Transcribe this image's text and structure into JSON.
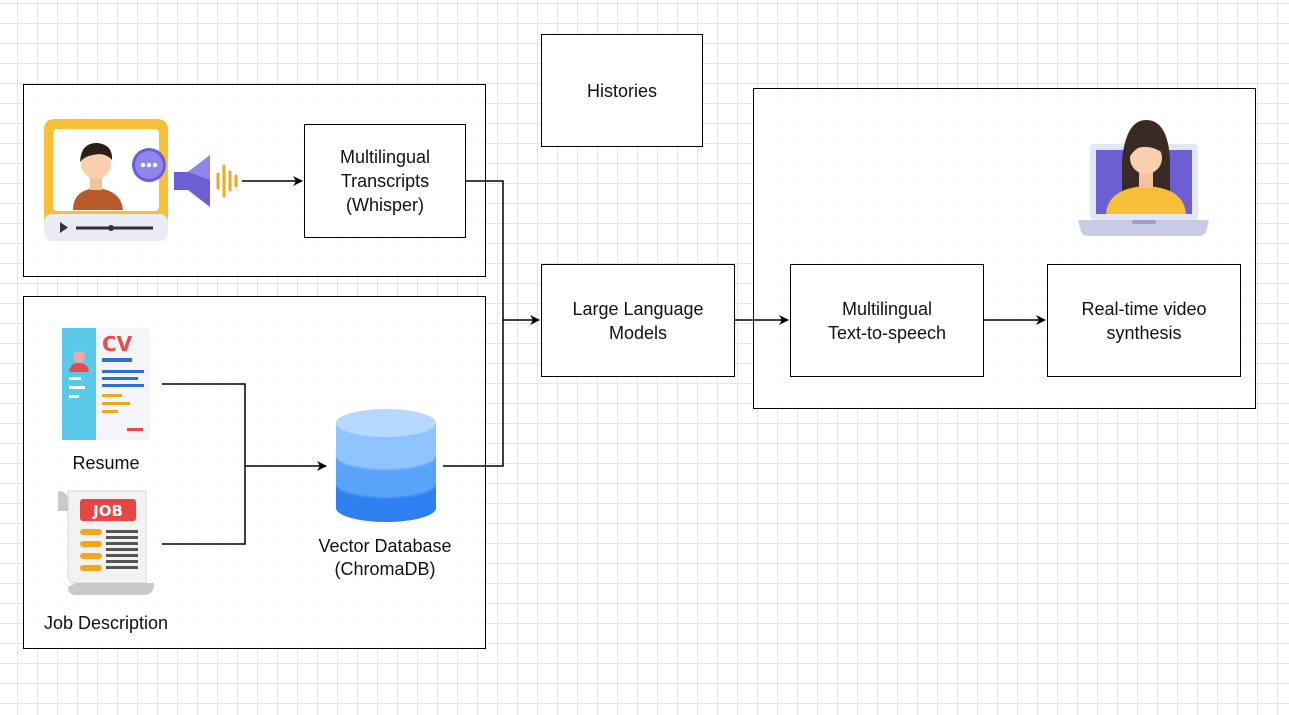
{
  "nodes": {
    "histories": "Histories",
    "transcripts": "Multilingual\nTranscripts\n(Whisper)",
    "llm": "Large Language\nModels",
    "tts": "Multilingual\nText-to-speech",
    "video": "Real-time video\nsynthesis"
  },
  "labels": {
    "resume": "Resume",
    "job": "Job Description",
    "vector_db": "Vector Database\n(ChromaDB)"
  },
  "icons": {
    "interview_video": "video-call-icon",
    "speaker": "speaker-icon",
    "cv": "cv-document-icon",
    "job": "job-scroll-icon",
    "database": "database-icon",
    "avatar": "laptop-avatar-icon",
    "cv_text": "CV",
    "job_text": "JOB"
  },
  "colors": {
    "frame_yellow": "#f7be38",
    "speaker_purple": "#6b5fd3",
    "db_blue": "#2f8cf5",
    "cv_red": "#e84a4a",
    "job_red": "#e84545"
  }
}
